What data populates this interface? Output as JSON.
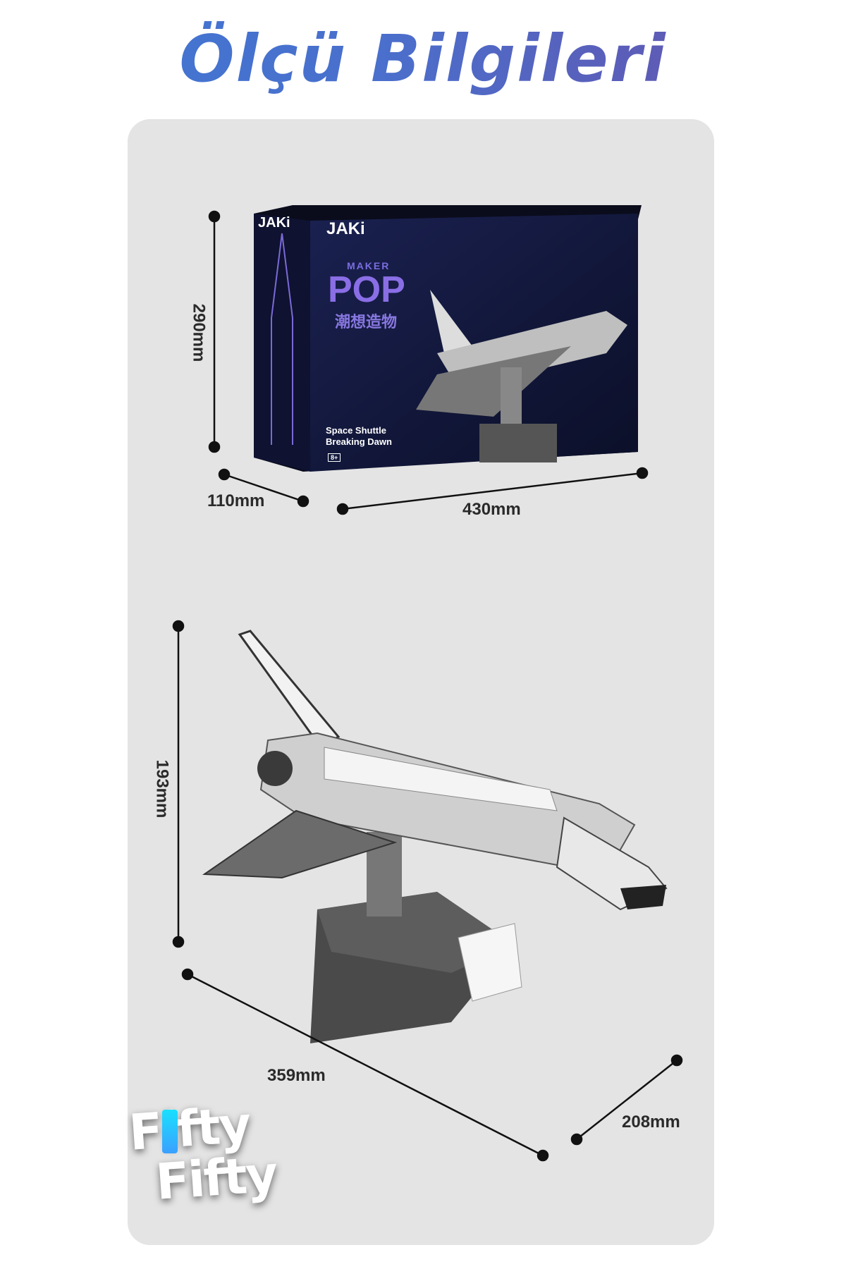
{
  "title": "Ölçü Bilgileri",
  "box": {
    "brand": "JAKi",
    "series_small": "MAKER",
    "series_big": "POP",
    "chinese_title": "潮想造物",
    "product_name_line1": "Space Shuttle",
    "product_name_line2": "Breaking Dawn",
    "age": "8+"
  },
  "dimensions": {
    "box_height": "290mm",
    "box_depth": "110mm",
    "box_width": "430mm",
    "model_height": "193mm",
    "model_length": "359mm",
    "model_width": "208mm"
  },
  "logo": {
    "line1": "Fifty",
    "line2": "Fifty"
  },
  "colors": {
    "title_start": "#3f78d4",
    "title_end": "#6a4fa8",
    "panel": "#e4e4e4",
    "logo_accent": "#2fb8ff"
  }
}
